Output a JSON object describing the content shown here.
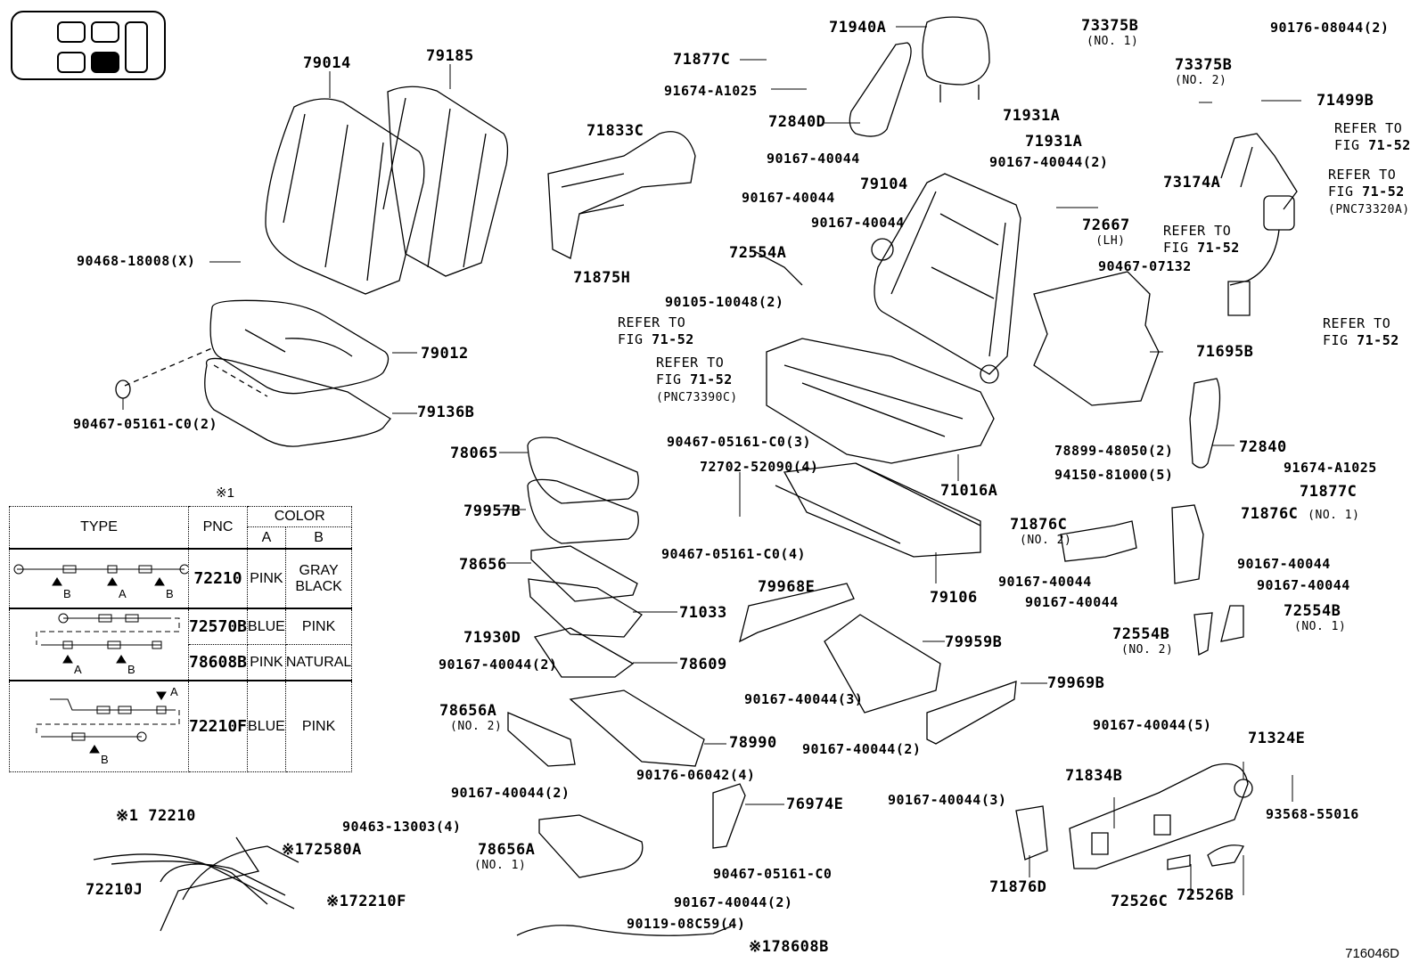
{
  "diagram": {
    "sheet_id": "716046D",
    "legend_icon": "vehicle-seat-position-icon"
  },
  "labels": {
    "l79014": "79014",
    "l79185": "79185",
    "l90468": "90468-18008(X)",
    "l79012": "79012",
    "l79136B": "79136B",
    "l90467a": "90467-05161-C0(2)",
    "l71877C_top": "71877C",
    "l91674_top": "91674-A1025",
    "l72840D": "72840D",
    "l71940A": "71940A",
    "l71931A_1": "71931A",
    "l71931A_2": "71931A",
    "l90167_2a": "90167-40044(2)",
    "l71833C": "71833C",
    "l90167_b": "90167-40044",
    "l90167_c": "90167-40044",
    "l90167_d": "90167-40044",
    "l72554A": "72554A",
    "l71875H": "71875H",
    "l79104": "79104",
    "l90105": "90105-10048(2)",
    "l73375B_1": "73375B",
    "l73375B_1_sub": "(NO. 1)",
    "l73375B_2": "73375B",
    "l73375B_2_sub": "(NO. 2)",
    "l90176_08044": "90176-08044(2)",
    "l71499B": "71499B",
    "l73174A": "73174A",
    "l72667": "72667",
    "l72667_sub": "(LH)",
    "l90467_07132": "90467-07132",
    "l71695B": "71695B",
    "l72840": "72840",
    "l91674_right": "91674-A1025",
    "l71877C_right": "71877C",
    "l78899": "78899-48050(2)",
    "l94150": "94150-81000(5)",
    "l71016A": "71016A",
    "l72702": "72702-52090(4)",
    "l90467_c03": "90467-05161-C0(3)",
    "l90467_c04": "90467-05161-C0(4)",
    "l78065": "78065",
    "l79957B": "79957B",
    "l78656": "78656",
    "l71033": "71033",
    "l71930D": "71930D",
    "l90167_e": "90167-40044(2)",
    "l78609": "78609",
    "l79106": "79106",
    "l71876C_2": "71876C",
    "l71876C_2_sub": "(NO. 2)",
    "l71876C_1": "71876C",
    "l71876C_1_sub": "(NO. 1)",
    "l90167_f": "90167-40044",
    "l90167_g": "90167-40044",
    "l90167_h": "90167-40044",
    "l90167_i": "90167-40044",
    "l72554B_1": "72554B",
    "l72554B_1_sub": "(NO. 1)",
    "l72554B_2": "72554B",
    "l72554B_2_sub": "(NO. 2)",
    "l79968E": "79968E",
    "l79959B": "79959B",
    "l90167_3a": "90167-40044(3)",
    "l90167_2b": "90167-40044(2)",
    "l79969B": "79969B",
    "l90167_3b": "90167-40044(3)",
    "l78656A_2": "78656A",
    "l78656A_2_sub": "(NO. 2)",
    "l78990": "78990",
    "l90176_06042": "90176-06042(4)",
    "l90167_2c": "90167-40044(2)",
    "l76974E": "76974E",
    "l78656A_1": "78656A",
    "l78656A_1_sub": "(NO. 1)",
    "l90467_c0": "90467-05161-C0",
    "l90167_2d": "90167-40044(2)",
    "l90119": "90119-08C59(4)",
    "l78608B": "※178608B",
    "l72210": "※1 72210",
    "l90463": "90463-13003(4)",
    "l72580A": "※172580A",
    "l72210J": "72210J",
    "l72210F": "※172210F",
    "l90167_5": "90167-40044(5)",
    "l71324E": "71324E",
    "l93568": "93568-55016",
    "l71834B": "71834B",
    "l71876D": "71876D",
    "l72526C": "72526C",
    "l72526B": "72526B"
  },
  "refer": {
    "r1": {
      "line1": "REFER TO",
      "fig": "FIG ",
      "num": "71-52",
      "pnc": ""
    },
    "r2": {
      "line1": "REFER TO",
      "fig": "FIG ",
      "num": "71-52",
      "pnc": "(PNC73320A)"
    },
    "r3": {
      "line1": "REFER TO",
      "fig": "FIG ",
      "num": "71-52",
      "pnc": ""
    },
    "r4": {
      "line1": "REFER TO",
      "fig": "FIG ",
      "num": "71-52",
      "pnc": ""
    },
    "r5": {
      "line1": "REFER TO",
      "fig": "FIG ",
      "num": "71-52",
      "pnc": ""
    },
    "r6": {
      "line1": "REFER TO",
      "fig": "FIG ",
      "num": "71-52",
      "pnc": "(PNC73390C)"
    }
  },
  "color_table": {
    "note": "※1",
    "headers": {
      "type": "TYPE",
      "pnc": "PNC",
      "color": "COLOR",
      "a": "A",
      "b": "B"
    },
    "rows": [
      {
        "pnc": "72210",
        "a": "PINK",
        "b_line1": "GRAY",
        "b_line2": "BLACK",
        "markers": [
          "B",
          "A",
          "B"
        ]
      },
      {
        "pnc": "72570B",
        "a": "BLUE",
        "b_line1": "PINK",
        "b_line2": "",
        "markers": [
          "A",
          "B"
        ]
      },
      {
        "pnc": "78608B",
        "a": "PINK",
        "b_line1": "NATURAL",
        "b_line2": ""
      },
      {
        "pnc": "72210F",
        "a": "BLUE",
        "b_line1": "PINK",
        "b_line2": "",
        "markers": [
          "A",
          "B"
        ]
      }
    ]
  }
}
